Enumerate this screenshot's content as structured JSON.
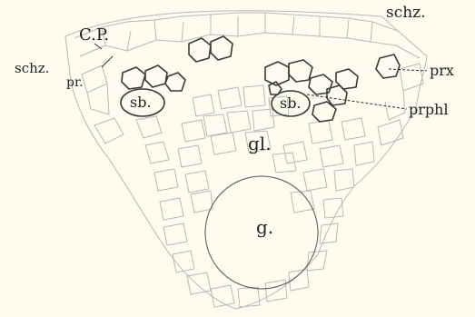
{
  "labels": {
    "cp": "C.P.",
    "schz_left": "schz.",
    "schz_right": "schz.",
    "pr": "pr.",
    "sb_left": "sb.",
    "sb_right": "sb.",
    "prx": "prx",
    "prphl": "prphl",
    "gl": "gl.",
    "g": "g."
  },
  "colors": {
    "background": "#fdfcef",
    "ink": "#3a3a3a",
    "cell_wall": "#b9b9b4"
  }
}
